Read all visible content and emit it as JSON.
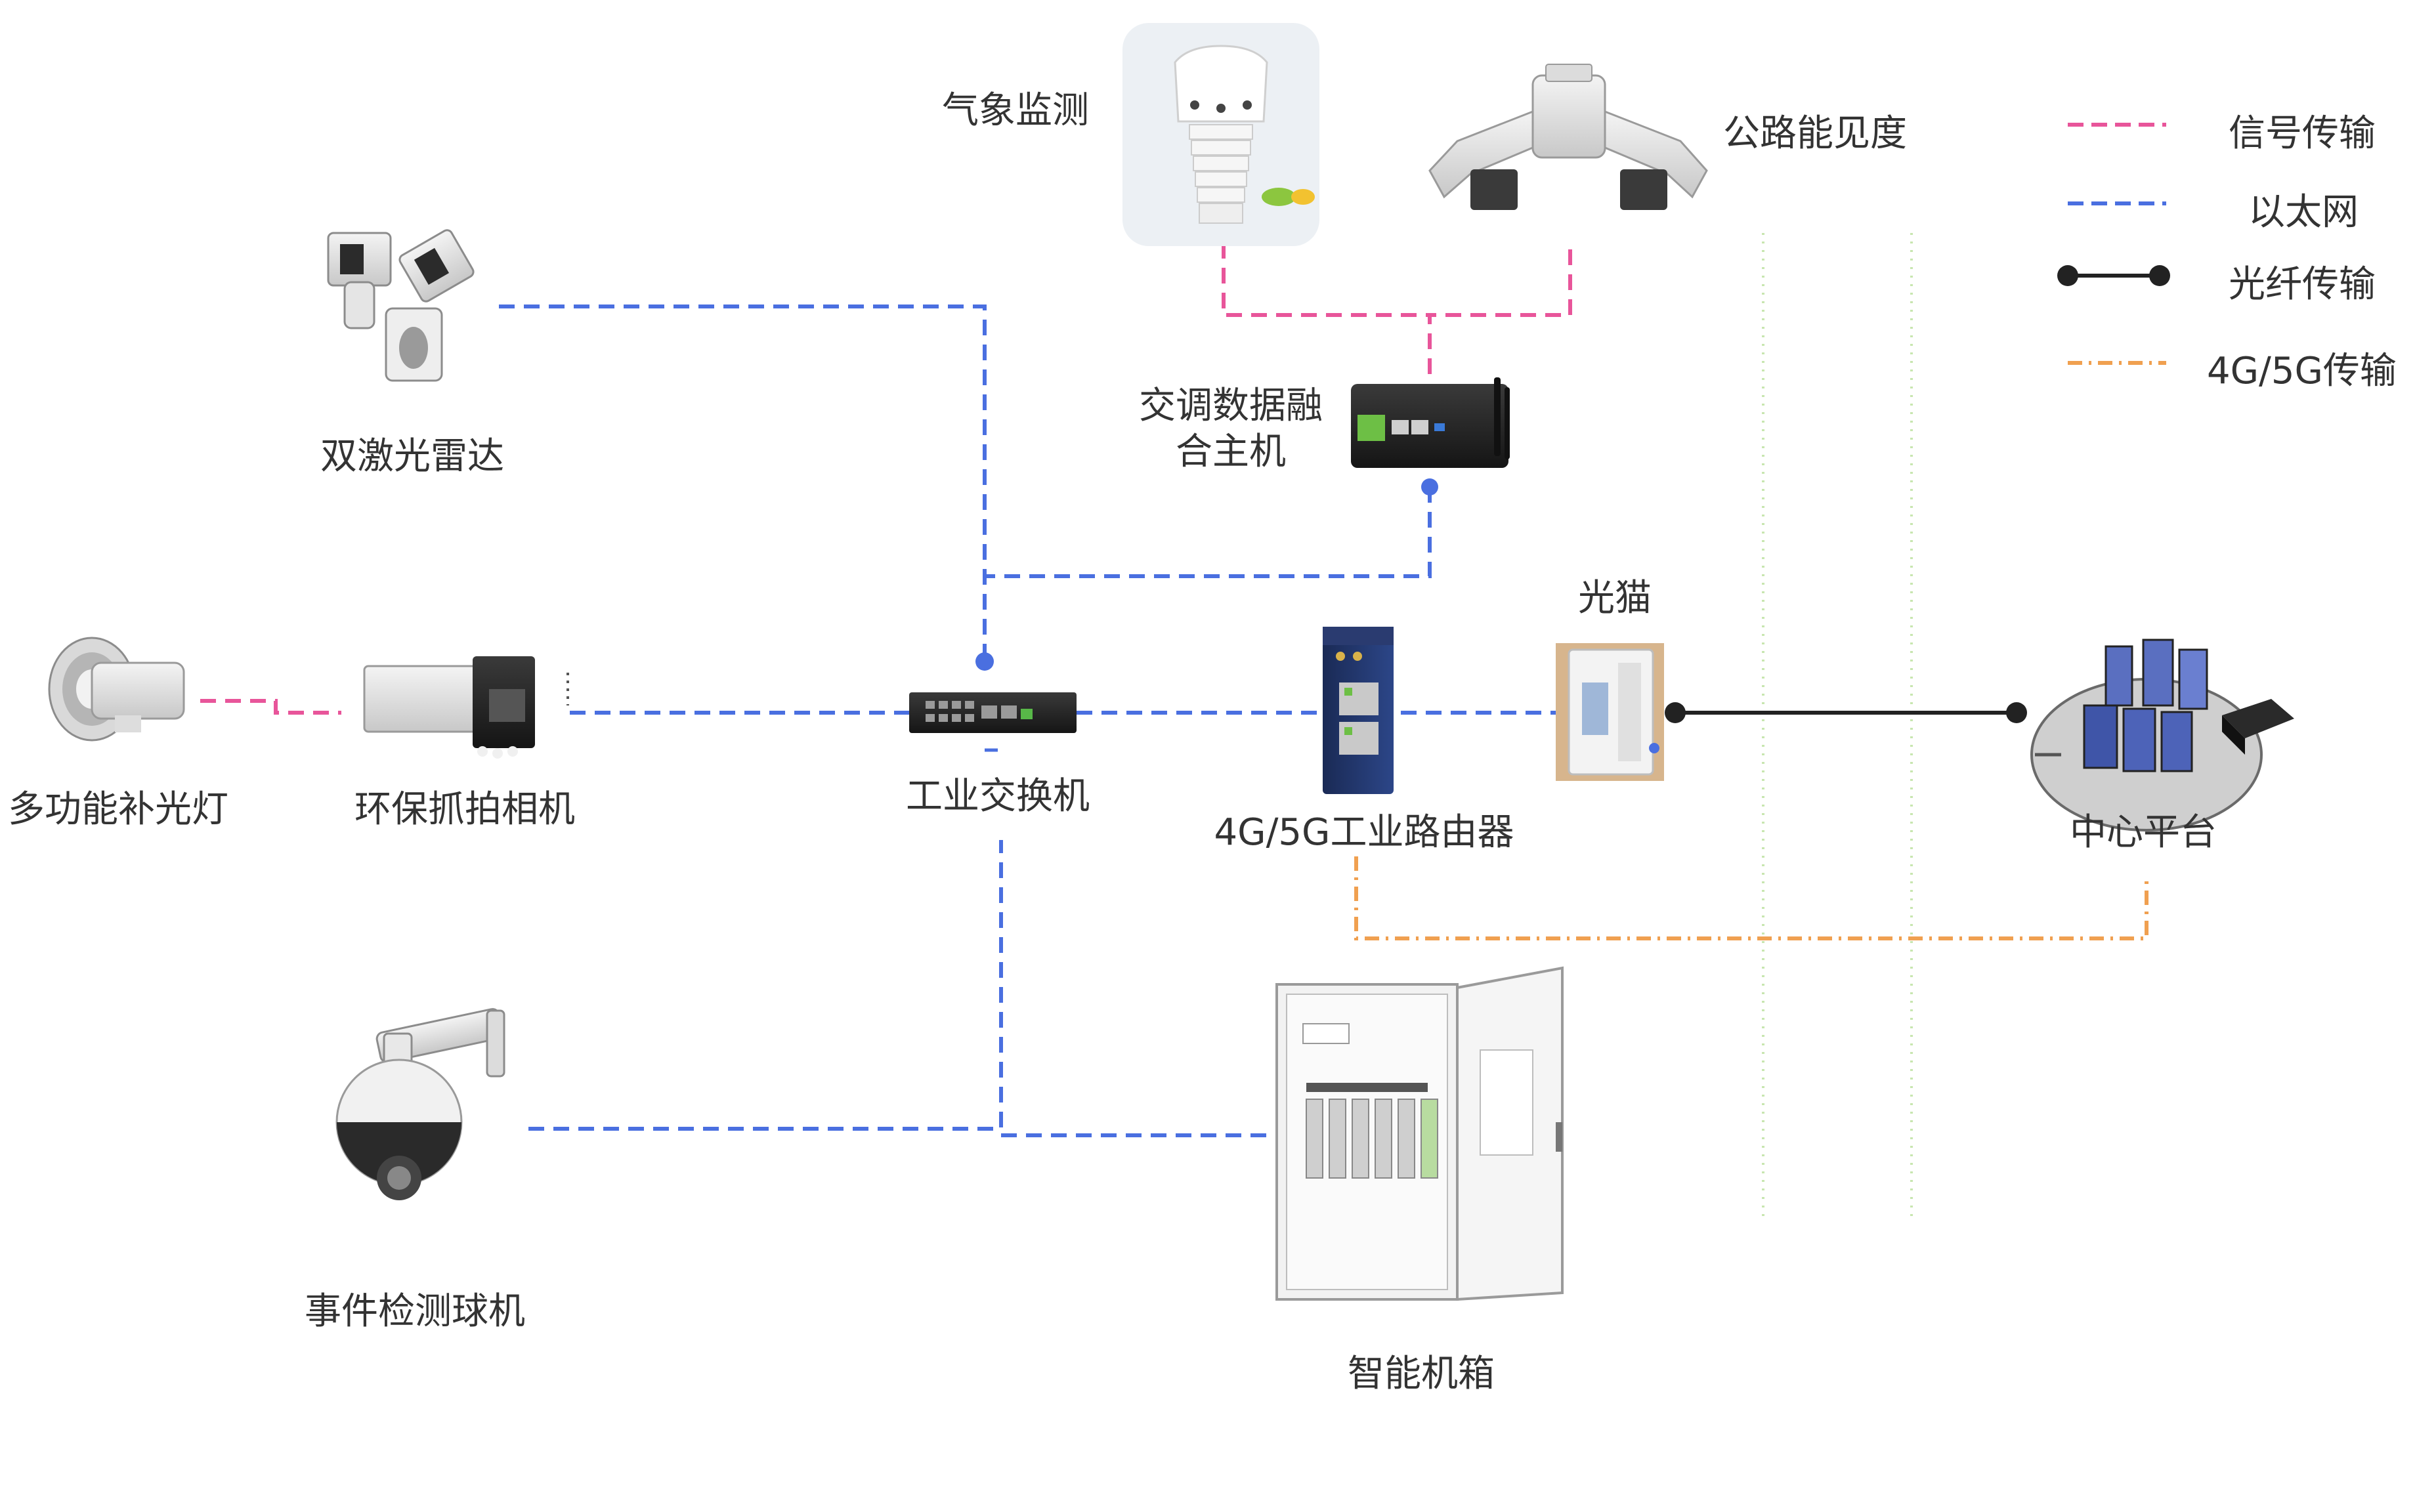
{
  "colors": {
    "signal": "#e8559a",
    "ethernet": "#4a6fe0",
    "fiber": "#222222",
    "cellular": "#f0a050",
    "guide": "#c8e6b0"
  },
  "legend": [
    {
      "kind": "signal",
      "label": "信号传输"
    },
    {
      "kind": "ethernet",
      "label": "以太网"
    },
    {
      "kind": "fiber",
      "label": "光纤传输"
    },
    {
      "kind": "cellular",
      "label": "4G/5G传输"
    }
  ],
  "devices": {
    "weather": {
      "label": "气象监测",
      "icon": "weather-station-icon"
    },
    "visibility": {
      "label": "公路能见度",
      "icon": "visibility-sensor-icon"
    },
    "lidar": {
      "label": "双激光雷达",
      "icon": "dual-lidar-icon"
    },
    "fusion_host": {
      "label_line1": "交调数据融",
      "label_line2": "合主机",
      "icon": "fusion-host-icon"
    },
    "fill_light": {
      "label": "多功能补光灯",
      "icon": "fill-light-icon"
    },
    "eco_camera": {
      "label": "环保抓拍相机",
      "icon": "capture-camera-icon"
    },
    "switch": {
      "label": "工业交换机",
      "icon": "industrial-switch-icon"
    },
    "router": {
      "label": "4G/5G工业路由器",
      "icon": "industrial-router-icon"
    },
    "modem": {
      "label": "光猫",
      "icon": "optical-modem-icon"
    },
    "center": {
      "label": "中心平台",
      "icon": "server-cluster-icon"
    },
    "dome_camera": {
      "label": "事件检测球机",
      "icon": "dome-camera-icon"
    },
    "cabinet": {
      "label": "智能机箱",
      "icon": "smart-cabinet-icon"
    }
  }
}
